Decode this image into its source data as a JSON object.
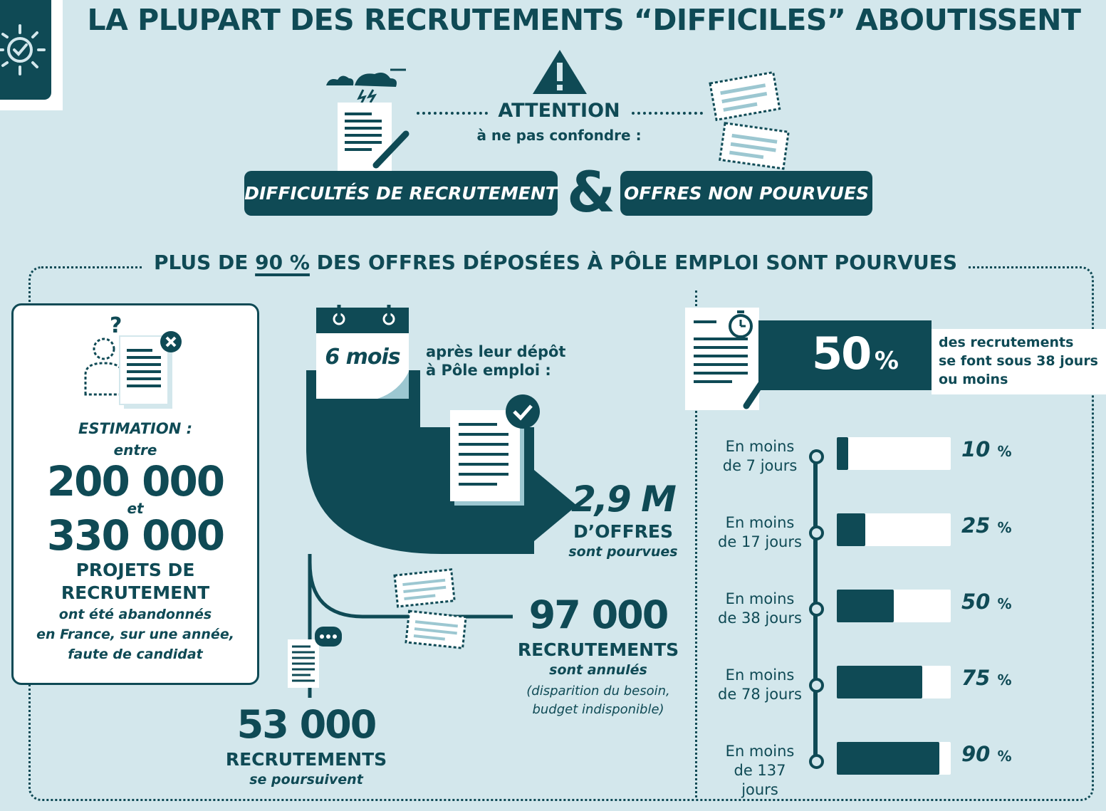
{
  "header": {
    "title": "LA PLUPART DES RECRUTEMENTS “DIFFICILES” ABOUTISSENT"
  },
  "attention": {
    "title": "ATTENTION",
    "subtitle": "à ne pas confondre :",
    "left_pill": "DIFFICULTÉS DE RECRUTEMENT",
    "ampersand": "&",
    "right_pill": "OFFRES NON POURVUES"
  },
  "section": {
    "title_before": "PLUS DE ",
    "title_highlight": "90 %",
    "title_after": " DES OFFRES DÉPOSÉES À PÔLE EMPLOI SONT POURVUES"
  },
  "estimation": {
    "label": "ESTIMATION :",
    "between": "entre",
    "low": "200 000",
    "and": "et",
    "high": "330 000",
    "line1": "PROJETS DE",
    "line2": "RECRUTEMENT",
    "desc1": "ont été abandonnés",
    "desc2": "en France, sur une année,",
    "desc3": "faute de candidat",
    "question_mark": "?"
  },
  "flow": {
    "calendar": "6 mois",
    "after1": "après leur dépôt",
    "after2": "à Pôle emploi :",
    "filled_value": "2,9 M",
    "filled_label": "D’OFFRES",
    "filled_desc": "sont pourvues",
    "cancelled_value": "97 000",
    "cancelled_label": "RECRUTEMENTS",
    "cancelled_desc": "sont annulés",
    "cancelled_note1": "(disparition du besoin,",
    "cancelled_note2": "budget indisponible)",
    "ongoing_value": "53 000",
    "ongoing_label": "RECRUTEMENTS",
    "ongoing_desc": "se poursuivent"
  },
  "delays": {
    "headline_value": "50",
    "headline_unit": "%",
    "headline_desc1": "des recrutements",
    "headline_desc2": "se font sous 38 jours",
    "headline_desc3": "ou moins",
    "rows": [
      {
        "line1": "En moins",
        "line2": "de 7 jours",
        "value": 10,
        "value_text": "10",
        "unit": "%"
      },
      {
        "line1": "En moins",
        "line2": "de 17 jours",
        "value": 25,
        "value_text": "25",
        "unit": "%"
      },
      {
        "line1": "En moins",
        "line2": "de 38 jours",
        "value": 50,
        "value_text": "50",
        "unit": "%"
      },
      {
        "line1": "En moins",
        "line2": "de 78 jours",
        "value": 75,
        "value_text": "75",
        "unit": "%"
      },
      {
        "line1": "En moins",
        "line2": "de 137 jours",
        "value": 90,
        "value_text": "90",
        "unit": "%"
      }
    ]
  },
  "colors": {
    "background": "#d3e7ec",
    "accent": "#0f4a55",
    "white": "#ffffff"
  }
}
